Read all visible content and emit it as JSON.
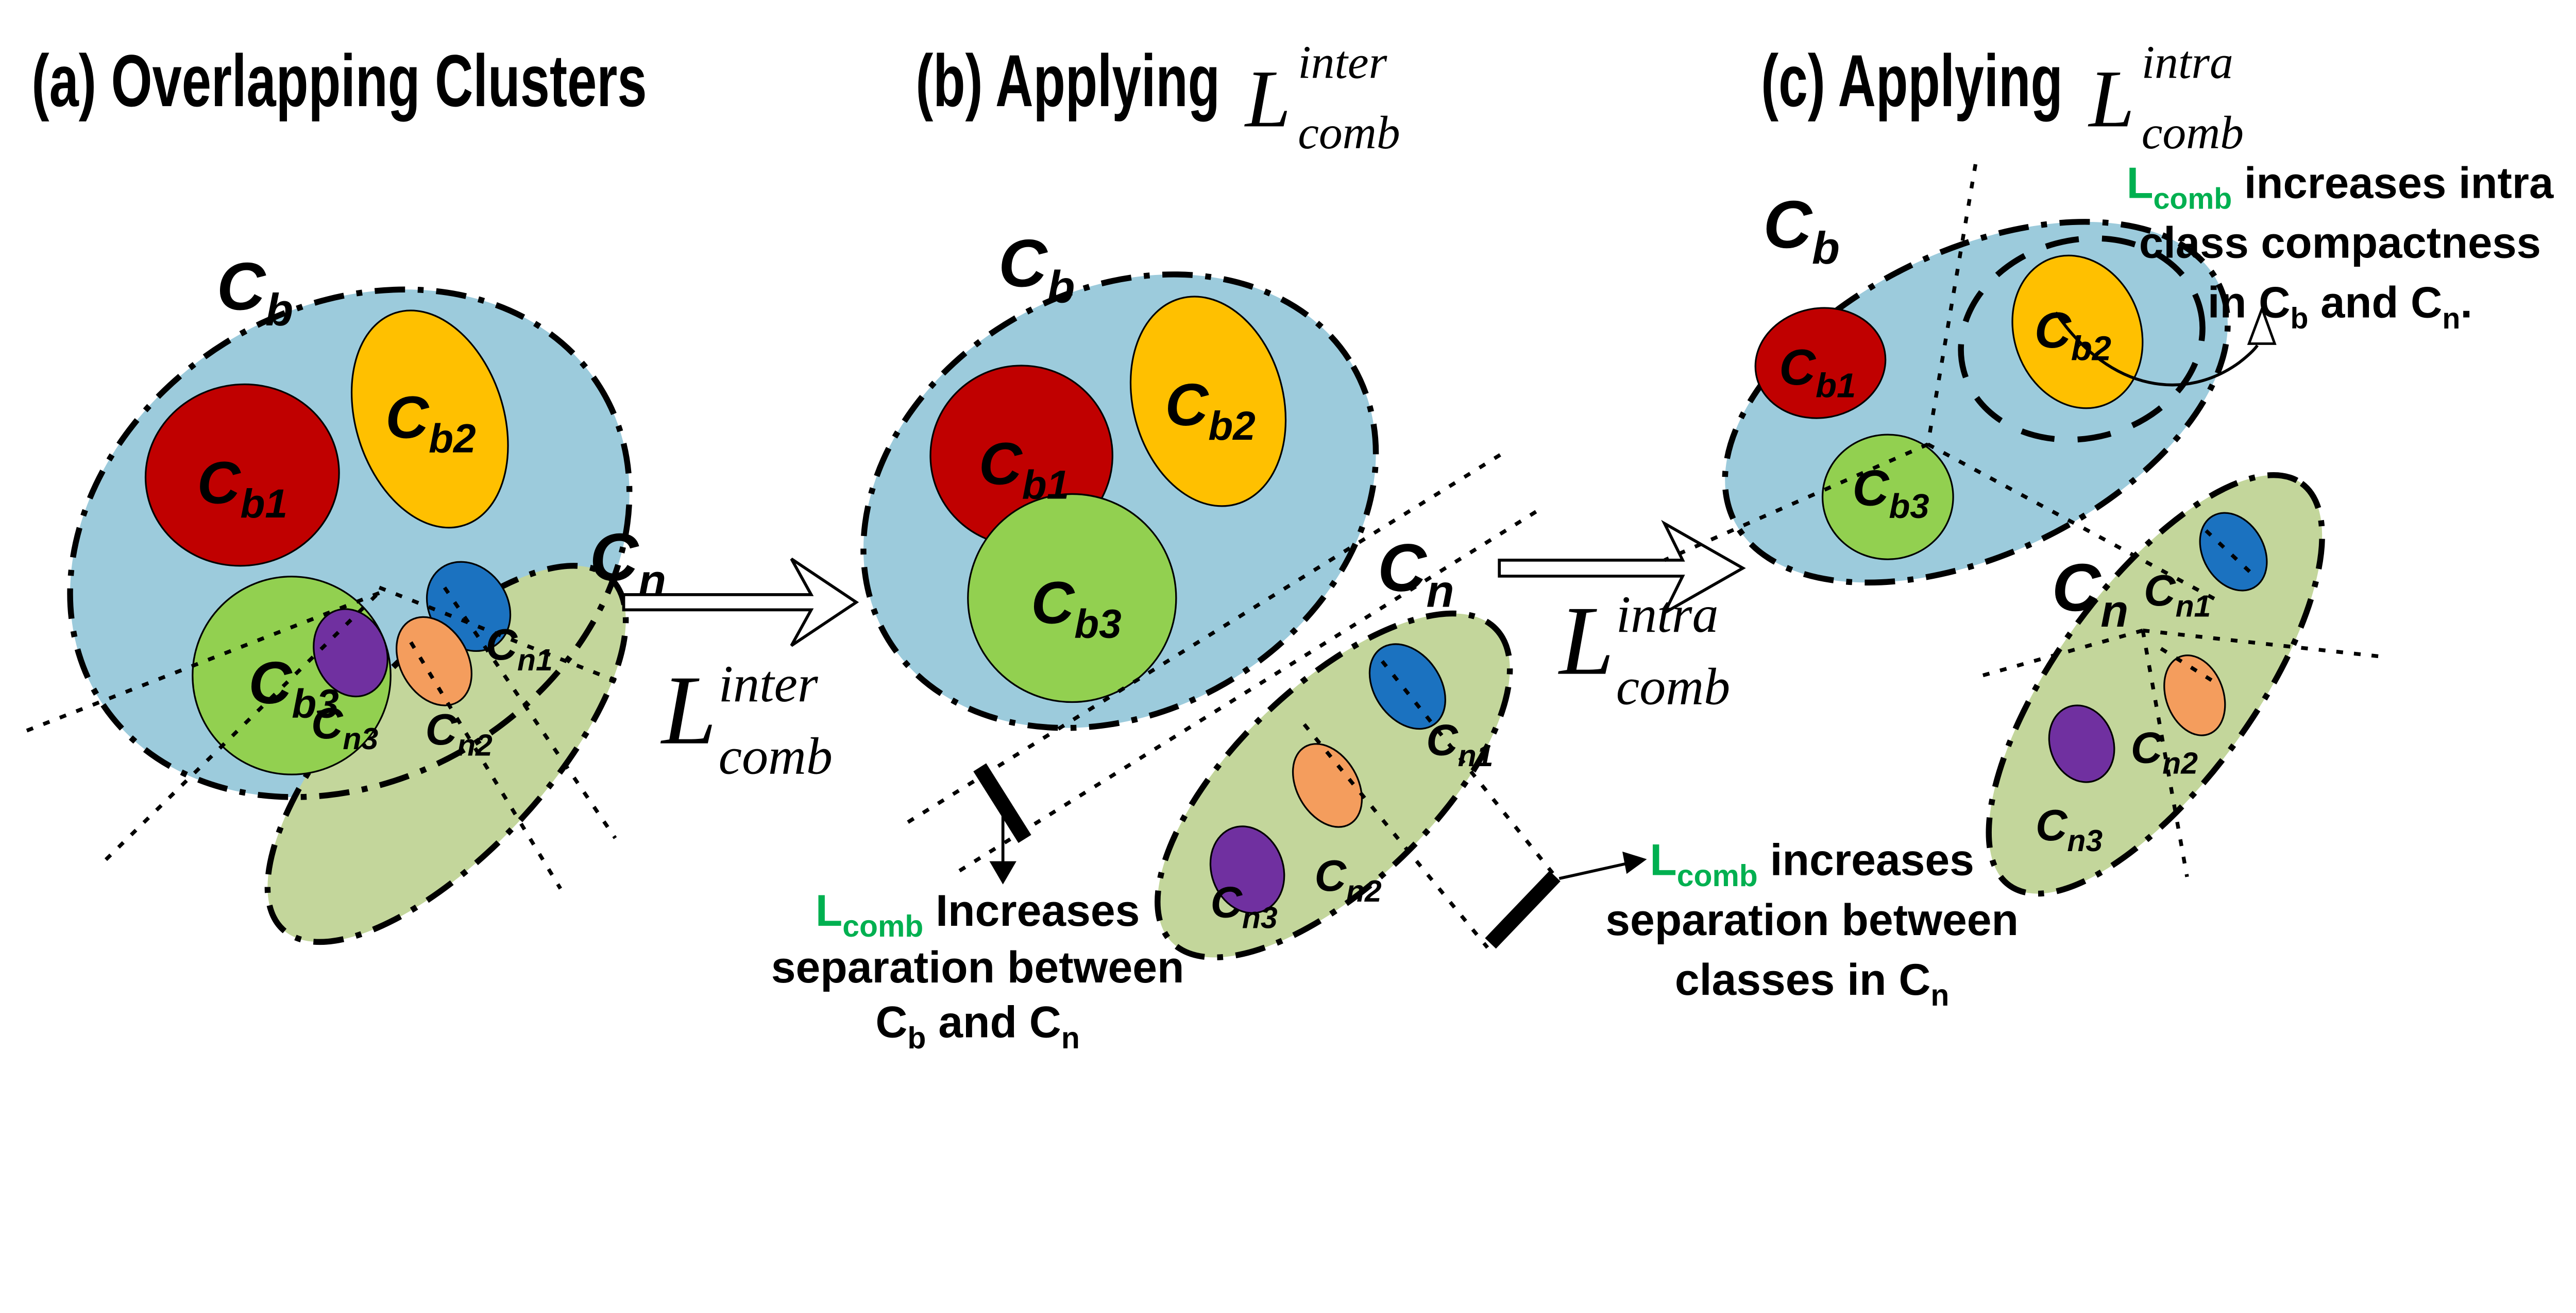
{
  "figure": {
    "description": "Three-panel cluster diagram showing effect of combined loss on cluster separation and compactness"
  },
  "colors": {
    "cluster_b_fill": "#9CCBDC",
    "cluster_n_fill": "#C3D69B",
    "cb1": "#C00000",
    "cb2": "#FFC000",
    "cb3": "#92D050",
    "cn1": "#1B72C0",
    "cn2": "#F49D5D",
    "cn3": "#7030A0",
    "accent_green": "#00B050",
    "outline": "#000000"
  },
  "titles": {
    "a": "(a) Overlapping Clusters",
    "b_prefix": "(b) Applying",
    "b_math": {
      "base": "L",
      "sup": "inter",
      "sub": "comb"
    },
    "c_prefix": "(c) Applying",
    "c_math": {
      "base": "L",
      "sup": "intra",
      "sub": "comb"
    }
  },
  "transform_labels": {
    "ab": {
      "base": "L",
      "sup": "inter",
      "sub": "comb"
    },
    "bc": {
      "base": "L",
      "sup": "intra",
      "sub": "comb"
    }
  },
  "cluster_labels": {
    "cb": {
      "base": "C",
      "sub": "b"
    },
    "cb1": {
      "base": "C",
      "sub": "b1"
    },
    "cb2": {
      "base": "C",
      "sub": "b2"
    },
    "cb3": {
      "base": "C",
      "sub": "b3"
    },
    "cn": {
      "base": "C",
      "sub": "n"
    },
    "cn1": {
      "base": "C",
      "sub": "n1"
    },
    "cn2": {
      "base": "C",
      "sub": "n2"
    },
    "cn3": {
      "base": "C",
      "sub": "n3"
    }
  },
  "annotations": {
    "left": {
      "l": "L",
      "l_sub": "comb",
      "line1_rest": " Increases",
      "line2": "separation between",
      "line3_c1": "C",
      "line3_s1": "b",
      "line3_mid": " and ",
      "line3_c2": "C",
      "line3_s2": "n"
    },
    "right": {
      "l": "L",
      "l_sub": "comb",
      "line1_rest": " increases",
      "line2": "separation between",
      "line3_pre": "classes in ",
      "line3_c": "C",
      "line3_s": "n"
    },
    "top": {
      "l": "L",
      "l_sub": "comb",
      "line1_rest": " increases intra",
      "line2": "class compactness",
      "line3_pre": "in ",
      "line3_c1": "C",
      "line3_s1": "b",
      "line3_mid": " and ",
      "line3_c2": "C",
      "line3_s2": "n",
      "line3_end": "."
    }
  }
}
